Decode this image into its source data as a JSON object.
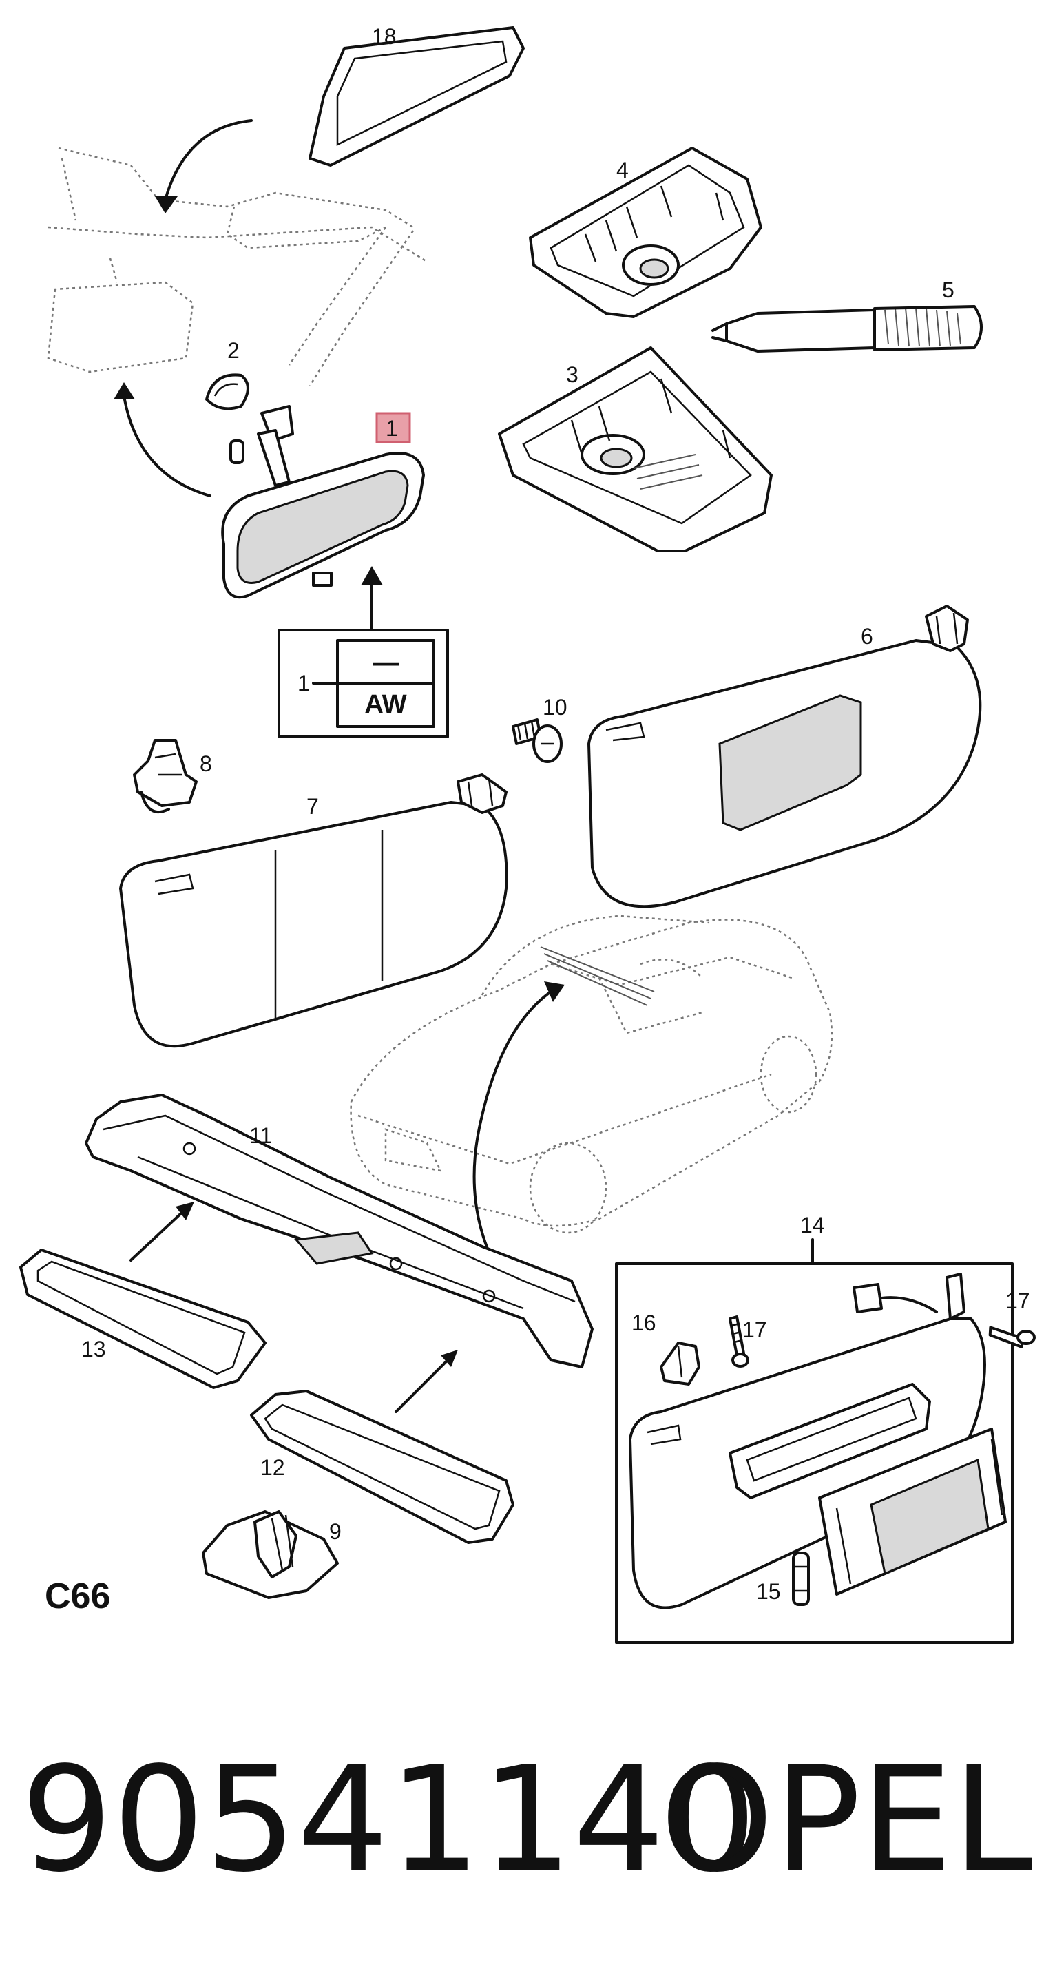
{
  "diagram": {
    "callouts": {
      "p1": "1",
      "p2": "2",
      "p3": "3",
      "p4": "4",
      "p5": "5",
      "p6": "6",
      "p7": "7",
      "p8": "8",
      "p9": "9",
      "p10": "10",
      "p11": "11",
      "p12": "12",
      "p13": "13",
      "p14": "14",
      "p15": "15",
      "p16": "16",
      "p17a": "17",
      "p17b": "17",
      "p18": "18"
    },
    "variant_box": {
      "callout": "1",
      "top_value": "—",
      "bottom_value": "AW"
    },
    "highlight_color": "#e8a0a8",
    "page_code": "C66"
  },
  "footer": {
    "part_number": "90541140",
    "brand": "OPEL"
  }
}
